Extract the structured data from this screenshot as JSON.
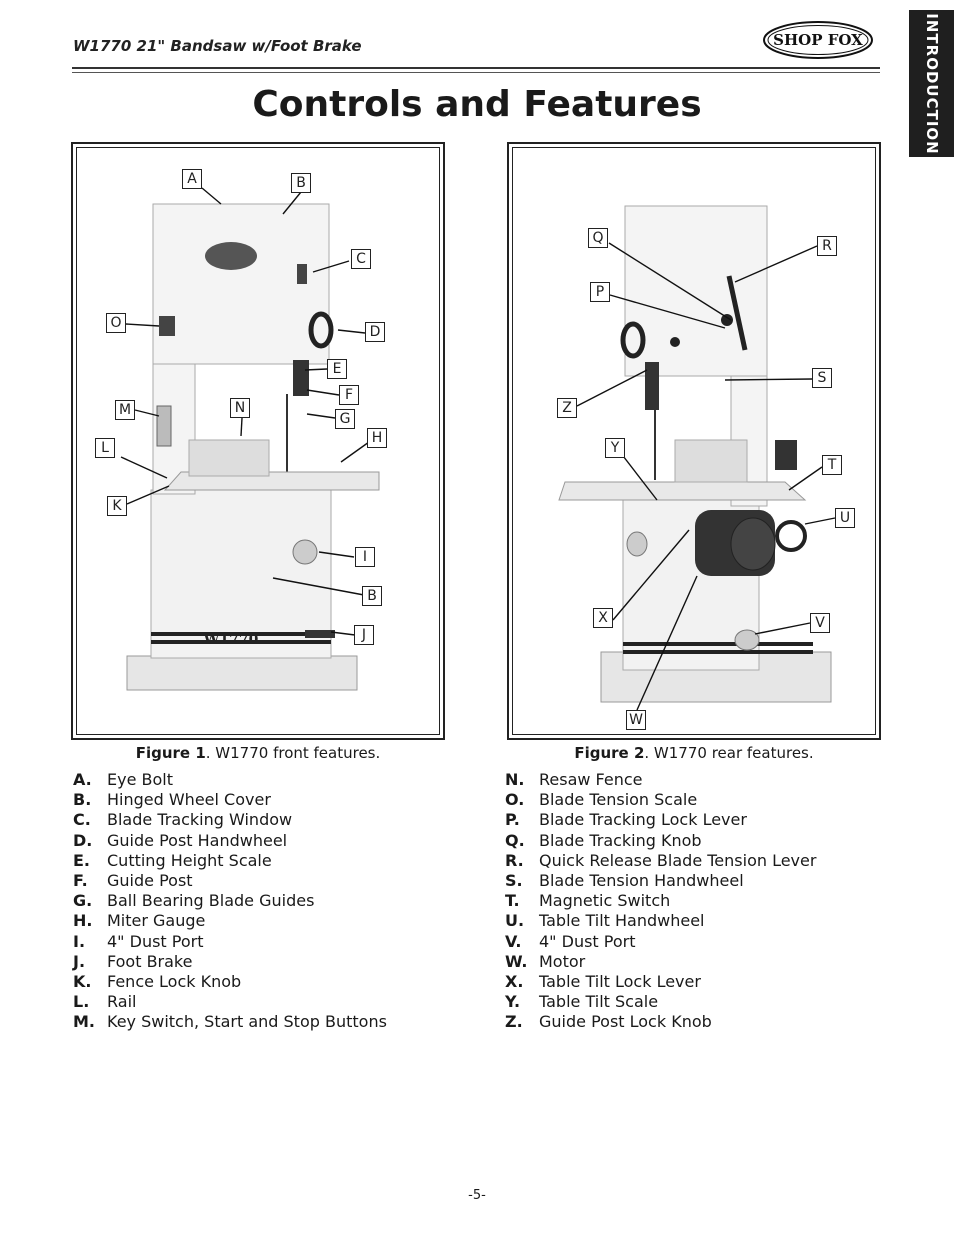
{
  "header": {
    "title": "W1770 21\" Bandsaw w/Foot Brake",
    "logo_text": "SHOP FOX",
    "section_tab": "INTRODUCTION"
  },
  "page_title": "Controls and Features",
  "figure1": {
    "caption_bold": "Figure 1",
    "caption_rest": ". W1770 front features.",
    "model_marking": "W1770",
    "labels": [
      "A",
      "B",
      "C",
      "D",
      "O",
      "E",
      "F",
      "M",
      "N",
      "G",
      "H",
      "L",
      "K",
      "I",
      "B",
      "J"
    ]
  },
  "figure2": {
    "caption_bold": "Figure 2",
    "caption_rest": ". W1770 rear features.",
    "labels": [
      "Q",
      "R",
      "P",
      "S",
      "Z",
      "Y",
      "T",
      "U",
      "X",
      "V",
      "W"
    ]
  },
  "features_left": [
    {
      "key": "A.",
      "text": "Eye Bolt"
    },
    {
      "key": "B.",
      "text": "Hinged Wheel Cover"
    },
    {
      "key": "C.",
      "text": "Blade Tracking Window"
    },
    {
      "key": "D.",
      "text": "Guide Post Handwheel"
    },
    {
      "key": "E.",
      "text": "Cutting Height Scale"
    },
    {
      "key": "F.",
      "text": "Guide Post"
    },
    {
      "key": "G.",
      "text": "Ball Bearing Blade Guides"
    },
    {
      "key": "H.",
      "text": "Miter Gauge"
    },
    {
      "key": "I.",
      "text": "4\" Dust Port"
    },
    {
      "key": "J.",
      "text": "Foot Brake"
    },
    {
      "key": "K.",
      "text": "Fence Lock Knob"
    },
    {
      "key": "L.",
      "text": "Rail"
    },
    {
      "key": "M.",
      "text": "Key Switch, Start and Stop Buttons"
    }
  ],
  "features_right": [
    {
      "key": "N.",
      "text": "Resaw Fence"
    },
    {
      "key": "O.",
      "text": "Blade Tension Scale"
    },
    {
      "key": "P.",
      "text": "Blade Tracking Lock Lever"
    },
    {
      "key": "Q.",
      "text": "Blade Tracking Knob"
    },
    {
      "key": "R.",
      "text": "Quick Release Blade Tension Lever"
    },
    {
      "key": "S.",
      "text": "Blade Tension Handwheel"
    },
    {
      "key": "T.",
      "text": "Magnetic Switch"
    },
    {
      "key": "U.",
      "text": "Table Tilt Handwheel"
    },
    {
      "key": "V.",
      "text": "4\" Dust Port"
    },
    {
      "key": "W.",
      "text": "Motor"
    },
    {
      "key": "X.",
      "text": "Table Tilt Lock Lever"
    },
    {
      "key": "Y.",
      "text": "Table Tilt Scale"
    },
    {
      "key": "Z.",
      "text": "Guide Post Lock Knob"
    }
  ],
  "page_number": "-5-"
}
